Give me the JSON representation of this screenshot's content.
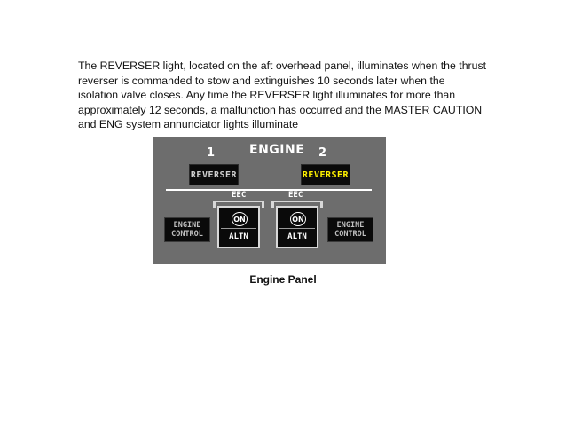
{
  "paragraph_lines": [
    "The REVERSER light, located on the aft overhead panel, illuminates when the thrust",
    "reverser is commanded to stow and extinguishes 10 seconds later when the",
    "isolation valve closes. Any time the REVERSER light illuminates for more than",
    "approximately 12 seconds, a malfunction has occurred and the MASTER CAUTION",
    "and ENG system annunciator lights illuminate"
  ],
  "panel": {
    "title": "ENGINE",
    "engine_1_number": "1",
    "engine_2_number": "2",
    "reverser_1_label": "REVERSER",
    "reverser_2_label": "REVERSER",
    "eec_1_label": "EEC",
    "eec_2_label": "EEC",
    "switch_on_label": "ON",
    "switch_altn_label": "ALTN",
    "engine_control_left": [
      "ENGINE",
      "CONTROL"
    ],
    "engine_control_right": [
      "ENGINE",
      "CONTROL"
    ],
    "colors": {
      "panel_background": "#6d6d6d",
      "reverser_2_illuminated": "#fff200"
    }
  },
  "caption": "Engine Panel"
}
